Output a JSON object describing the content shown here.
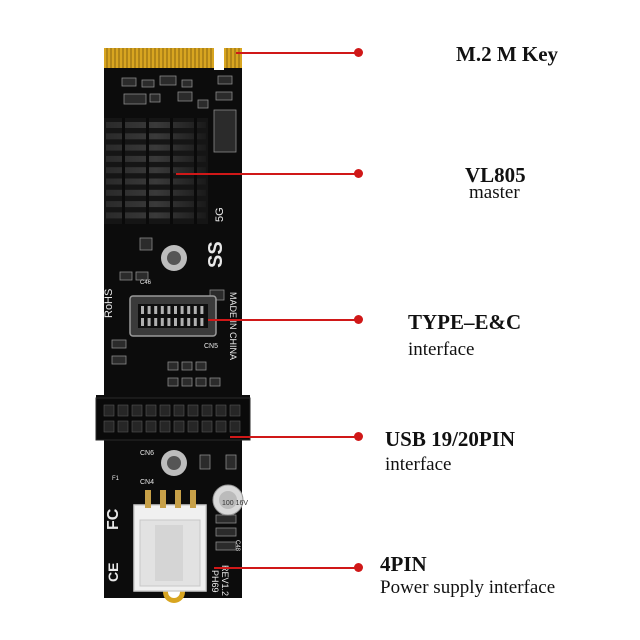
{
  "board": {
    "markings": {
      "rohs": "RoHS",
      "made_in": "MADE IN CHINA",
      "ss": "SS",
      "five_g": "5G",
      "ce": "CE",
      "fcc": "FC",
      "model": "PH69",
      "rev": "REV1.2",
      "cap_value": "100 16V",
      "cn5": "CN5",
      "cn6": "CN6",
      "cn4": "CN4",
      "c46": "C46",
      "c48": "C48",
      "f1": "F1"
    }
  },
  "callouts": [
    {
      "id": "m2",
      "title": "M.2  M Key",
      "subtitle": ""
    },
    {
      "id": "vl805",
      "title": "VL805",
      "subtitle": "master"
    },
    {
      "id": "typee",
      "title": "TYPE–E&C",
      "subtitle": "interface"
    },
    {
      "id": "usb",
      "title": "USB 19/20PIN",
      "subtitle": "interface"
    },
    {
      "id": "pin4",
      "title": "4PIN",
      "subtitle": "Power supply interface"
    }
  ],
  "colors": {
    "pcb": "#0c0c0c",
    "gold": "#d8a520",
    "callout": "#d01818",
    "heatsink": "#1c1c1c",
    "connector_white": "#f0f0f0"
  }
}
